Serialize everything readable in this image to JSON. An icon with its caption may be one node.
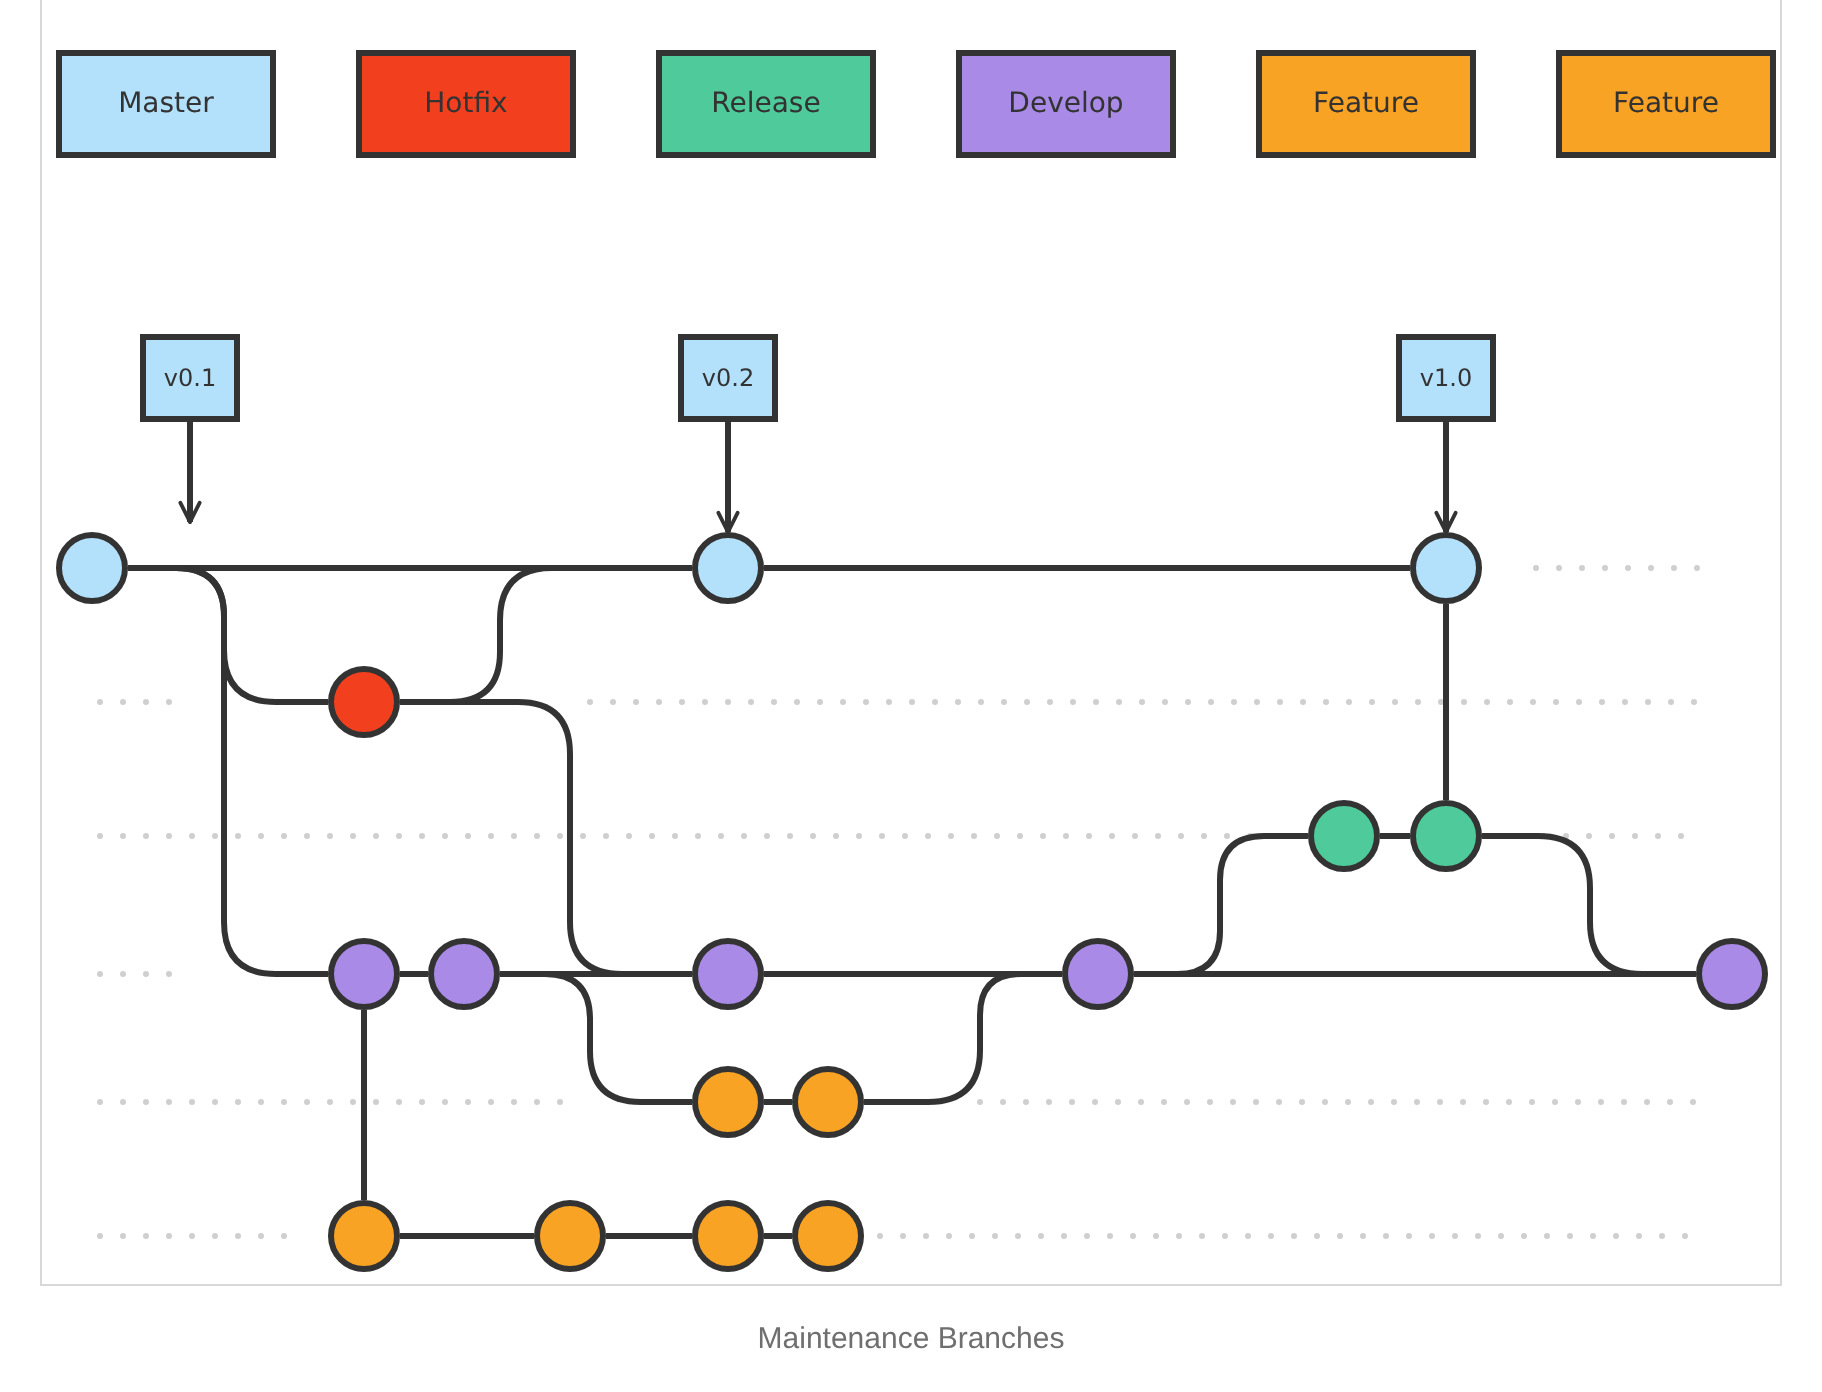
{
  "diagram": {
    "caption": "Maintenance Branches",
    "nodes": [
      {
        "text": [
          "v0.1"
        ]
      },
      {
        "text": [
          "v0.2"
        ]
      },
      {
        "text": [
          "v1.0"
        ]
      },
      {
        "text": [],
        "shape": "circle"
      },
      {
        "text": [],
        "shape": "circle"
      },
      {
        "text": [],
        "shape": "circle"
      },
      {
        "text": [],
        "shape": "circle"
      },
      {
        "text": [],
        "shape": "circle"
      },
      {
        "text": [],
        "shape": "circle"
      },
      {
        "text": [],
        "shape": "circle"
      },
      {
        "text": [],
        "shape": "circle"
      },
      {
        "text": [],
        "shape": "circle"
      },
      {
        "text": [],
        "shape": "circle"
      },
      {
        "text": [],
        "shape": "circle"
      },
      {
        "text": [],
        "shape": "circle"
      },
      {
        "text": [],
        "shape": "circle"
      },
      {
        "text": [],
        "shape": "circle"
      },
      {
        "text": [],
        "shape": "circle"
      },
      {
        "text": [],
        "shape": "circle"
      },
      {
        "text": [],
        "shape": "circle"
      }
    ],
    "edges": [
      {
        "from": 0,
        "to": null,
        "arrow": "to"
      },
      {
        "from": 1,
        "to": 4,
        "arrow": "to"
      },
      {
        "from": 2,
        "to": 5,
        "arrow": "to"
      },
      {
        "from": 3,
        "to": 4,
        "arrow": "none"
      },
      {
        "from": 4,
        "to": 5,
        "arrow": "none"
      },
      {
        "from": 3,
        "to": 6,
        "arrow": "none"
      },
      {
        "from": 6,
        "to": 4,
        "arrow": "none"
      },
      {
        "from": 6,
        "to": 9,
        "arrow": "none"
      },
      {
        "from": 3,
        "to": 7,
        "arrow": "none"
      },
      {
        "from": 7,
        "to": 8,
        "arrow": "none"
      },
      {
        "from": 8,
        "to": 9,
        "arrow": "none"
      },
      {
        "from": 9,
        "to": 10,
        "arrow": "none"
      },
      {
        "from": 8,
        "to": 14,
        "arrow": "none"
      },
      {
        "from": 14,
        "to": 15,
        "arrow": "none"
      },
      {
        "from": 15,
        "to": 10,
        "arrow": "none"
      },
      {
        "from": 10,
        "to": 12,
        "arrow": "none"
      },
      {
        "from": 12,
        "to": 13,
        "arrow": "none"
      },
      {
        "from": 13,
        "to": 5,
        "arrow": "none"
      },
      {
        "from": 13,
        "to": 11,
        "arrow": "none"
      },
      {
        "from": 10,
        "to": 11,
        "arrow": "none"
      },
      {
        "from": 7,
        "to": 16,
        "arrow": "none"
      },
      {
        "from": 16,
        "to": 17,
        "arrow": "none"
      },
      {
        "from": 17,
        "to": 18,
        "arrow": "none"
      },
      {
        "from": 18,
        "to": 19,
        "arrow": "none"
      }
    ],
    "legend": [
      {
        "text": "Master",
        "color": "#b3e0fa"
      },
      {
        "text": "Hotfix",
        "color": "#f2401f"
      },
      {
        "text": "Release",
        "color": "#4fcb9b"
      },
      {
        "text": "Develop",
        "color": "#a98ae6"
      },
      {
        "text": "Feature",
        "color": "#f8a324"
      },
      {
        "text": "Feature",
        "color": "#f8a324"
      }
    ]
  }
}
